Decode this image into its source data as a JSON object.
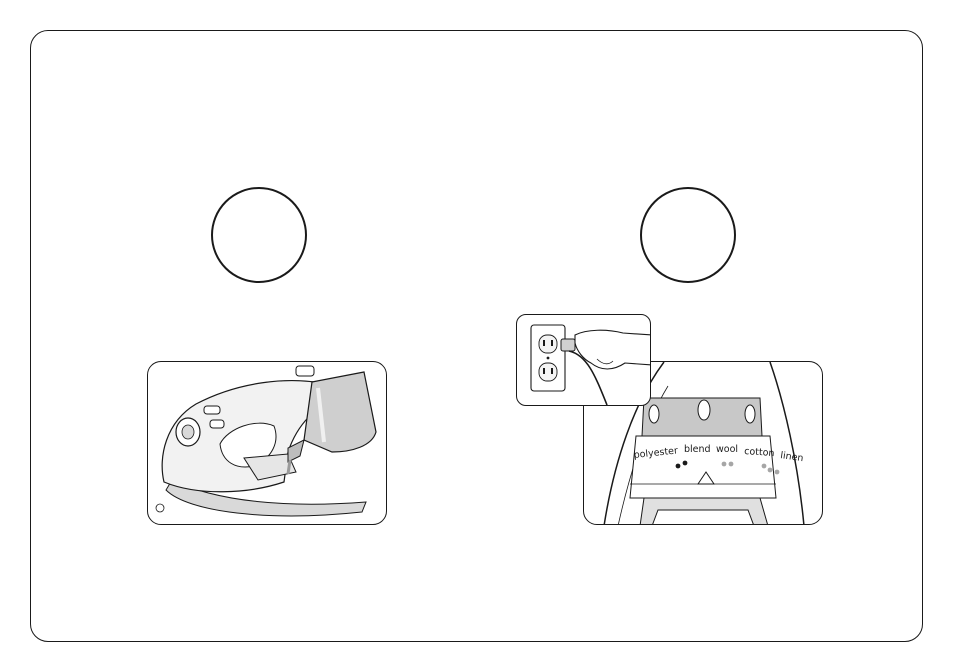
{
  "dial": {
    "polyester": "polyester",
    "blend": "blend",
    "wool": "wool",
    "cotton": "cotton",
    "linen": "linen"
  },
  "icons": {
    "left_step": "step-number-circle",
    "right_step": "step-number-circle",
    "left_illustration": "iron-water-fill-illustration",
    "right_illustration": "plug-in-temperature-dial-illustration"
  }
}
